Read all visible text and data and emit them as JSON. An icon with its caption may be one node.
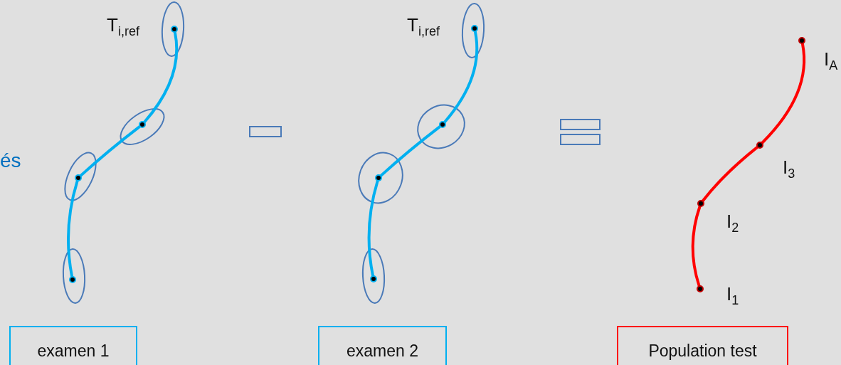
{
  "diagram": {
    "nodes": [
      {
        "text": [
          "examen 1"
        ]
      },
      {
        "text": [
          "examen 2"
        ]
      },
      {
        "text": [
          "Population test"
        ]
      },
      {
        "text": [],
        "shape": "circle",
        "beside": [
          "T$_{i,ref}$"
        ]
      },
      {
        "text": [],
        "shape": "circle"
      },
      {
        "text": [],
        "shape": "circle"
      },
      {
        "text": [],
        "shape": "circle"
      },
      {
        "text": [],
        "shape": "circle",
        "beside": [
          "T$_{i,ref}$"
        ]
      },
      {
        "text": [],
        "shape": "circle"
      },
      {
        "text": [],
        "shape": "circle"
      },
      {
        "text": [],
        "shape": "circle"
      },
      {
        "text": [],
        "shape": "circle",
        "beside": [
          "I$_{A}$"
        ]
      },
      {
        "text": [],
        "shape": "circle",
        "beside": [
          "I$_{3}$"
        ]
      },
      {
        "text": [],
        "shape": "circle",
        "beside": [
          "I$_{2}$"
        ]
      },
      {
        "text": [],
        "shape": "circle",
        "beside": [
          "I$_{1}$"
        ]
      }
    ],
    "edges": [
      {
        "from": 3,
        "to": 4,
        "arrow": "none"
      },
      {
        "from": 4,
        "to": 5,
        "arrow": "none"
      },
      {
        "from": 5,
        "to": 6,
        "arrow": "none"
      },
      {
        "from": 7,
        "to": 8,
        "arrow": "none"
      },
      {
        "from": 8,
        "to": 9,
        "arrow": "none"
      },
      {
        "from": 9,
        "to": 10,
        "arrow": "none"
      },
      {
        "from": 11,
        "to": 12,
        "arrow": "none",
        "color": "#ff0000"
      },
      {
        "from": 12,
        "to": 13,
        "arrow": "none",
        "color": "#ff0000"
      },
      {
        "from": 13,
        "to": 14,
        "arrow": "none",
        "color": "#ff0000"
      }
    ],
    "labels": [
      "és"
    ]
  }
}
